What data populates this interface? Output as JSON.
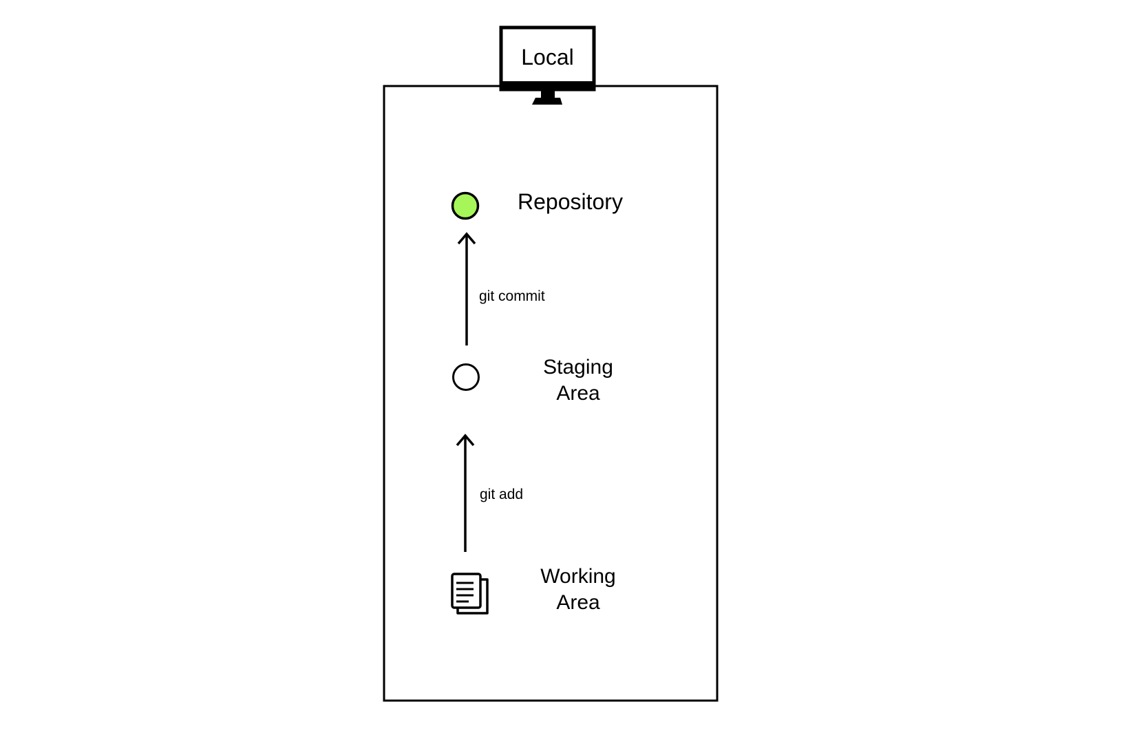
{
  "computer": {
    "label": "Local",
    "icon": "monitor-icon"
  },
  "nodes": [
    {
      "id": "repository",
      "lines": [
        "Repository"
      ],
      "icon": "filled-circle-icon",
      "fill": "#a6f65a"
    },
    {
      "id": "staging",
      "lines": [
        "Staging",
        "Area"
      ],
      "icon": "empty-circle-icon",
      "fill": "#ffffff"
    },
    {
      "id": "working",
      "lines": [
        "Working",
        "Area"
      ],
      "icon": "documents-icon"
    }
  ],
  "edges": [
    {
      "from": "staging",
      "to": "repository",
      "label": "git commit"
    },
    {
      "from": "working",
      "to": "staging",
      "label": "git add"
    }
  ],
  "colors": {
    "stroke": "#000000",
    "repository_fill": "#a6f65a",
    "background": "#ffffff"
  }
}
